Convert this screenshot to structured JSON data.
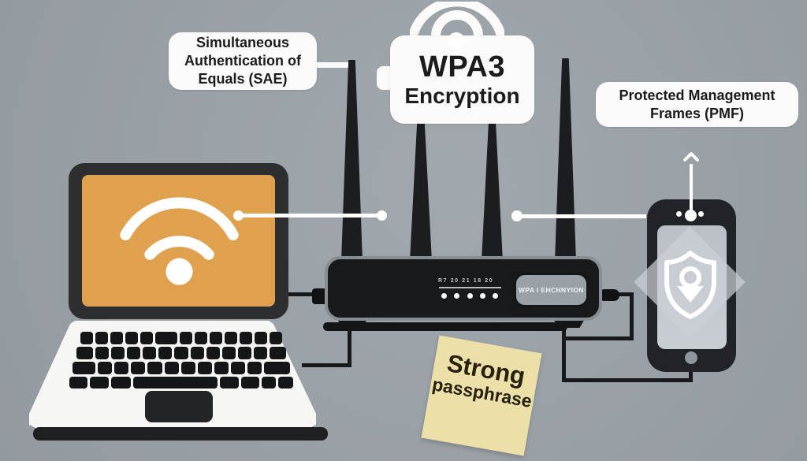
{
  "labels": {
    "sae": {
      "lines": [
        "Simultaneous",
        "Authentication of",
        "Equals (SAE)"
      ]
    },
    "wpa3": {
      "title": "WPA3",
      "subtitle": "Encryption"
    },
    "pmf": {
      "lines": [
        "Protected Management",
        "Frames (PMF)"
      ]
    }
  },
  "router": {
    "panel_text": "WPA I EHCHNYION",
    "led_labels": "R7 20 21 18 20",
    "led_count": 5
  },
  "sticky_note": {
    "line1": "Strong",
    "line2": "passphrase"
  },
  "icons": {
    "wifi_screen": "wifi-arcs-with-dot",
    "wifi_top": "wifi-arcs-with-dot",
    "shield_user": "shield-outline-with-user",
    "arrow_up": "chevron-up"
  },
  "colors": {
    "background": "#9ca3a9",
    "label_box": "#fafafa",
    "label_text": "#1b1b1b",
    "laptop_screen": "#dfa14e",
    "router_outline": "#868e94",
    "router_panel": "#99a1a7",
    "sticky_note": "#ecdfa8",
    "note_text": "#27200f",
    "connector_white": "#ffffff",
    "cable_black": "#17191b"
  }
}
